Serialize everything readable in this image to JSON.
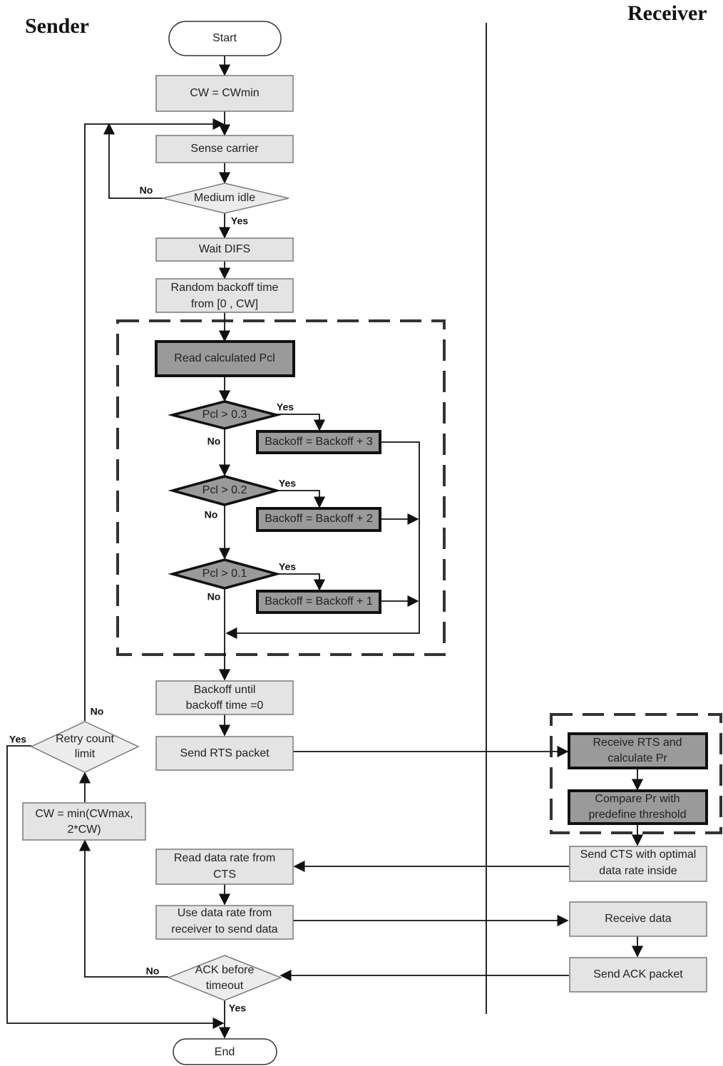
{
  "lanes": {
    "sender": "Sender",
    "receiver": "Receiver"
  },
  "nodes": {
    "start": "Start",
    "cw_min": "CW = CWmin",
    "sense": "Sense carrier",
    "idle": "Medium idle",
    "difs": "Wait DIFS",
    "rand1": "Random backoff time",
    "rand2": "from [0 , CW]",
    "read_pcl": "Read calculated Pcl",
    "pcl03": "Pcl > 0.3",
    "pcl02": "Pcl > 0.2",
    "pcl01": "Pcl > 0.1",
    "bo3": "Backoff = Backoff + 3",
    "bo2": "Backoff = Backoff + 2",
    "bo1": "Backoff = Backoff + 1",
    "until1": "Backoff until",
    "until2": "backoff time =0",
    "rts": "Send RTS packet",
    "retry1": "Retry count",
    "retry2": "limit",
    "cwmax1": "CW = min(CWmax,",
    "cwmax2": "2*CW)",
    "readrate1": "Read data rate from",
    "readrate2": "CTS",
    "userate1": "Use data rate from",
    "userate2": "receiver to send data",
    "ack1": "ACK before",
    "ack2": "timeout",
    "end": "End",
    "recvrts1": "Receive RTS and",
    "recvrts2": "calculate Pr",
    "compare1": "Compare Pr with",
    "compare2": "predefine threshold",
    "cts1": "Send CTS with optimal",
    "cts2": "data rate inside",
    "recvdata": "Receive data",
    "sendack": "Send ACK packet"
  },
  "labels": {
    "yes": "Yes",
    "no": "No"
  }
}
